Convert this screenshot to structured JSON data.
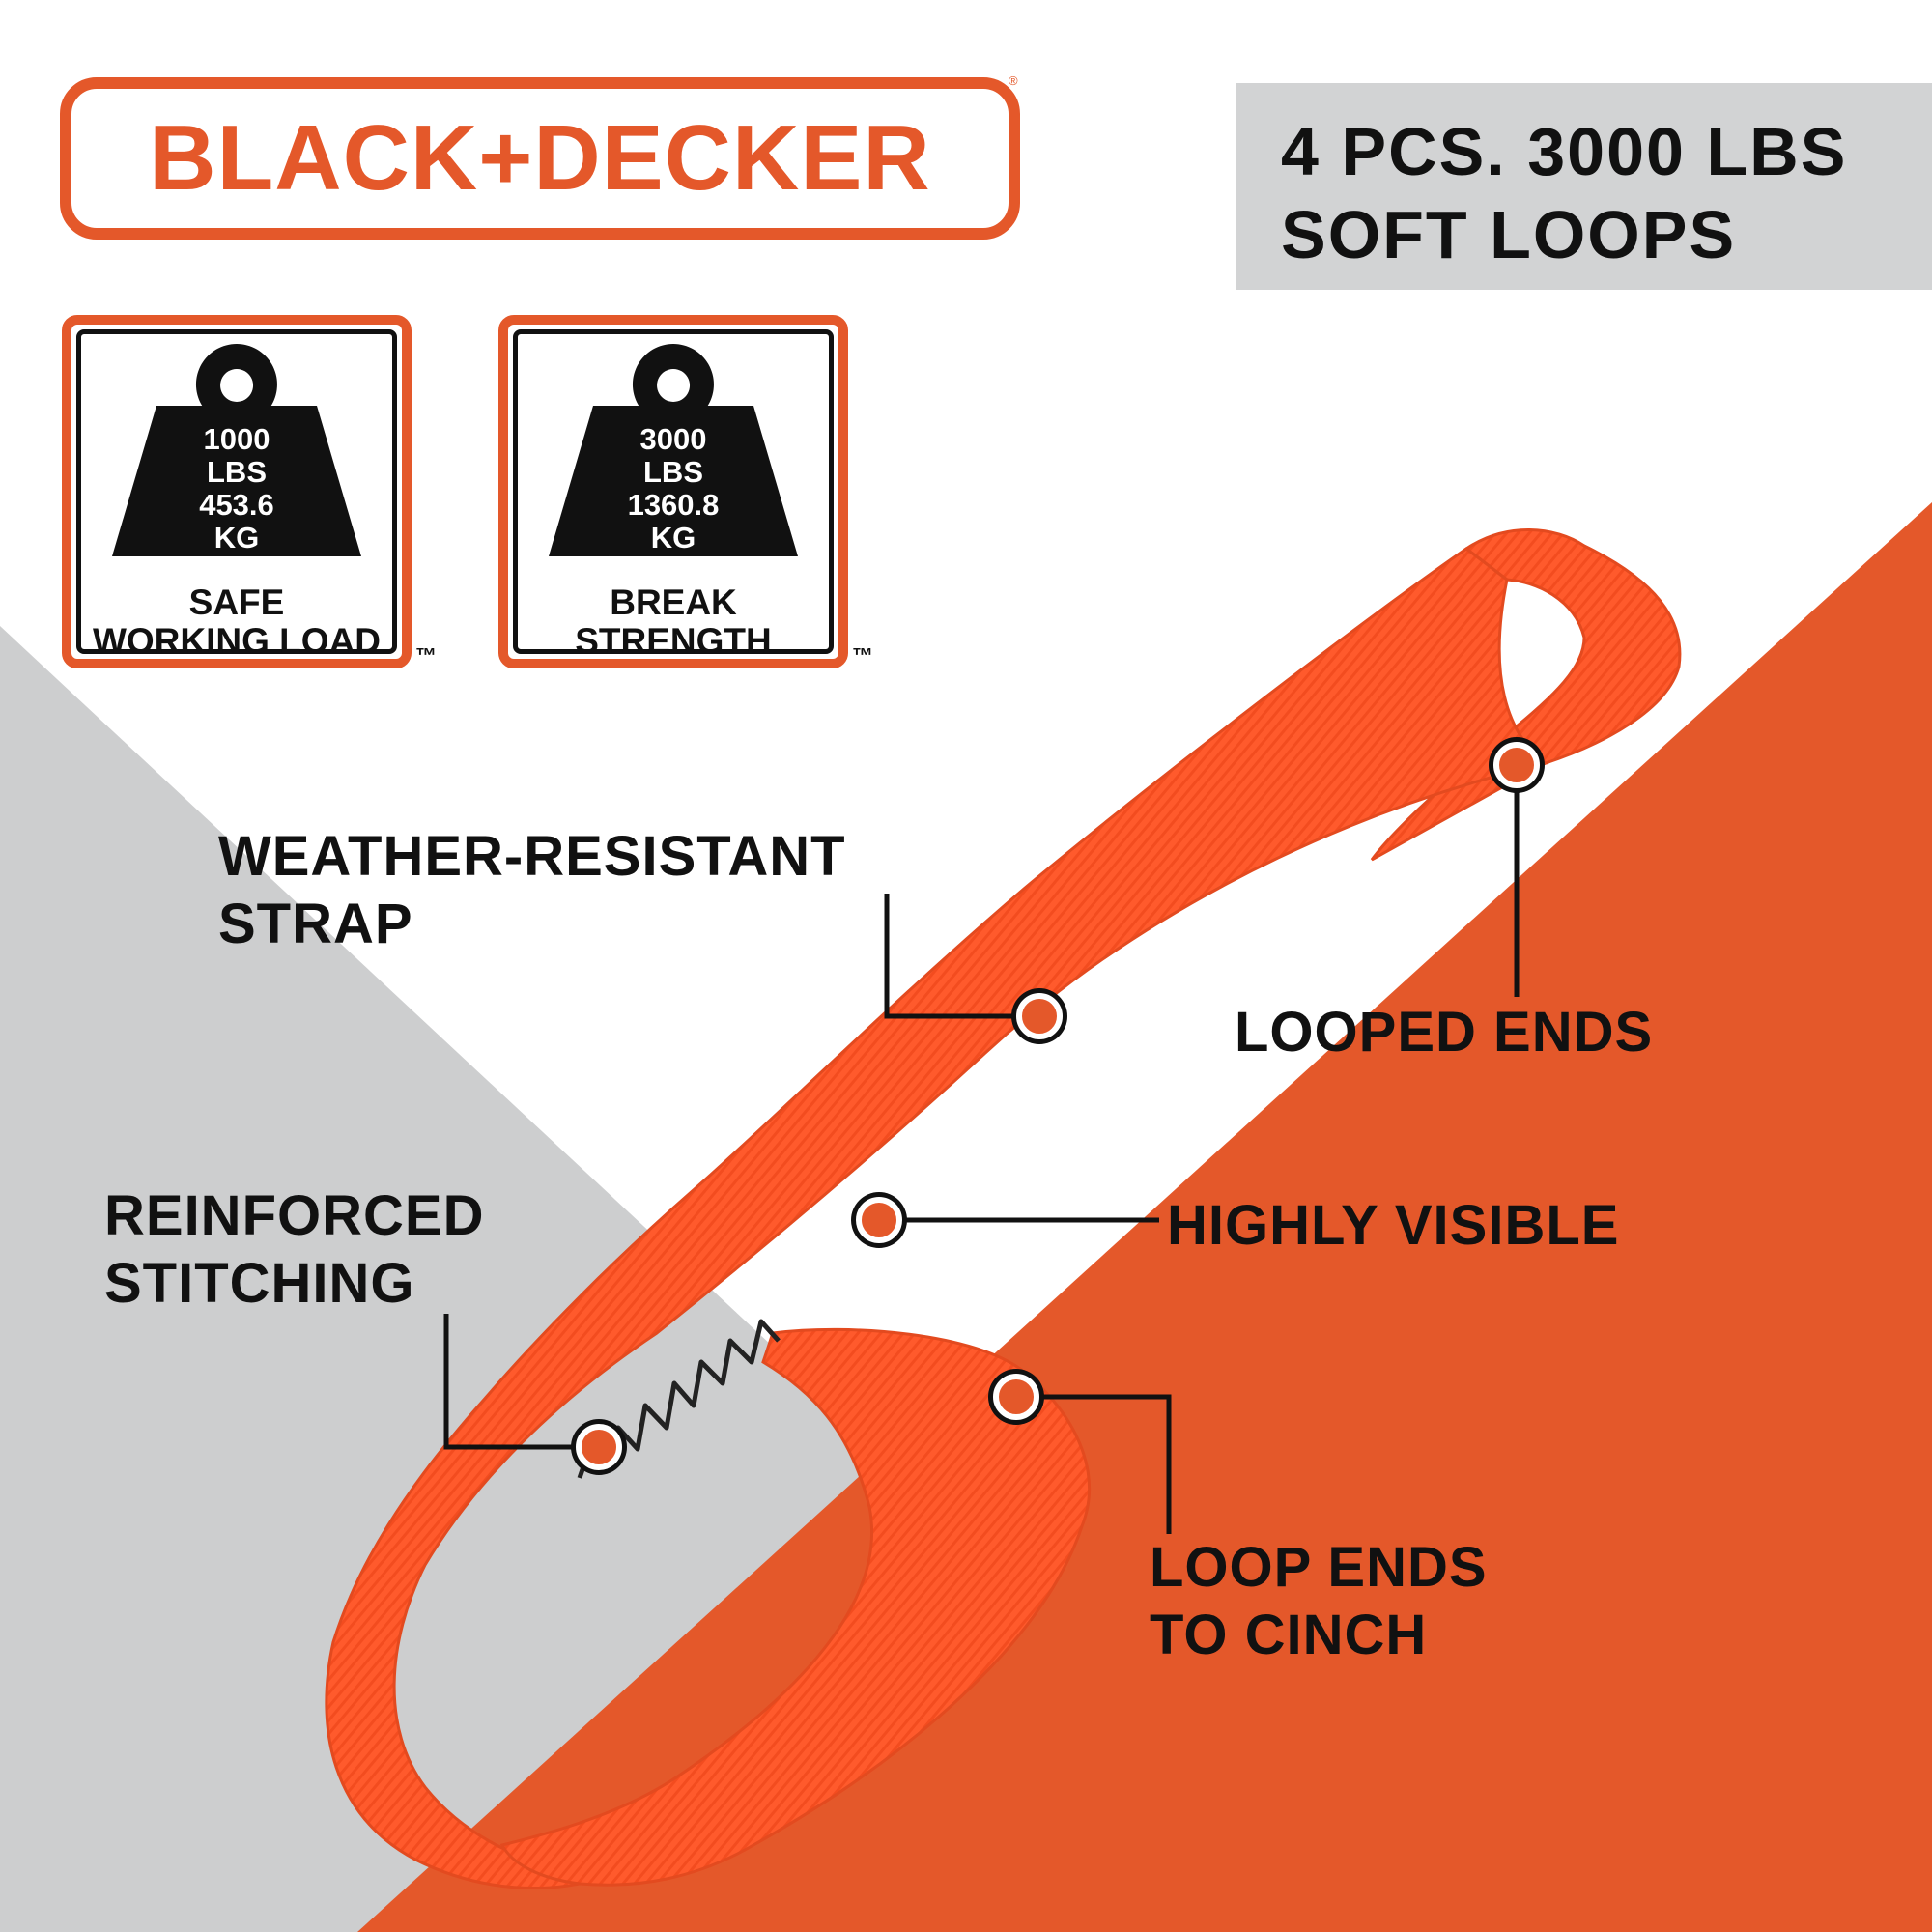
{
  "brand": {
    "name": "BLACK+DECKER",
    "registered_mark": "®",
    "color": "#e4582a"
  },
  "headline": {
    "lines": [
      "4 PCS. 3000 LBS",
      "SOFT LOOPS"
    ]
  },
  "badges": [
    {
      "values": [
        "1000",
        "LBS",
        "453.6",
        "KG"
      ],
      "label": [
        "SAFE",
        "WORKING LOAD"
      ],
      "icon": "weight-icon",
      "trademark": "™"
    },
    {
      "values": [
        "3000",
        "LBS",
        "1360.8",
        "KG"
      ],
      "label": [
        "BREAK",
        "STRENGTH"
      ],
      "icon": "weight-icon",
      "trademark": "™"
    }
  ],
  "callouts": {
    "weather": [
      "WEATHER-RESISTANT",
      "STRAP"
    ],
    "looped": [
      "LOOPED ENDS"
    ],
    "visible": [
      "HIGHLY VISIBLE"
    ],
    "stitching": [
      "REINFORCED",
      "STITCHING"
    ],
    "cinch": [
      "LOOP ENDS",
      "TO CINCH"
    ]
  },
  "colors": {
    "accent": "#e4582a",
    "strap": "#ff5a2c",
    "gray": "#cdcecf",
    "text": "#111111"
  }
}
